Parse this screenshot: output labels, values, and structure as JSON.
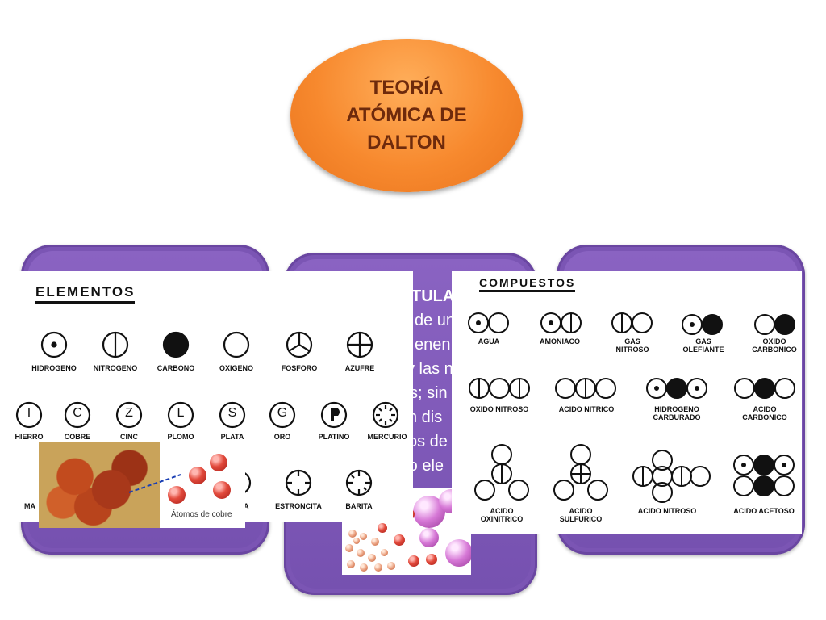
{
  "title": "TEORÍA ATÓMICA DE DALTON",
  "elementos": {
    "header": "ELEMENTOS",
    "row1": [
      "HIDROGENO",
      "NITROGENO",
      "CARBONO",
      "OXIGENO",
      "FOSFORO",
      "AZUFRE"
    ],
    "row2": [
      "HIERRO",
      "COBRE",
      "CINC",
      "PLOMO",
      "PLATA",
      "ORO",
      "PLATINO",
      "MERCURIO"
    ],
    "row2_letters": [
      "I",
      "C",
      "Z",
      "L",
      "S",
      "G",
      "P"
    ],
    "row3": [
      "MA",
      "SA",
      "ESTRONCITA",
      "BARITA"
    ],
    "photo_caption": "Átomos de cobre"
  },
  "postulados": {
    "lines": [
      "TULA",
      "de un",
      "enen",
      "y las n",
      "s; sin",
      "n dis",
      "os de",
      "ro ele"
    ]
  },
  "compuestos": {
    "header": "COMPUESTOS",
    "row1": [
      "AGUA",
      "AMONIACO",
      "GAS NITROSO",
      "GAS OLEFIANTE",
      "OXIDO CARBONICO"
    ],
    "row2": [
      "OXIDO NITROSO",
      "ACIDO NITRICO",
      "HIDROGENO CARBURADO",
      "ACIDO CARBONICO"
    ],
    "row3": [
      "ACIDO OXINITRICO",
      "ACIDO SULFURICO",
      "ACIDO NITROSO",
      "ACIDO ACETOSO"
    ]
  },
  "colors": {
    "oval": "#f7892e",
    "oval_text": "#6e2a0c",
    "card": "#7b55b4"
  }
}
